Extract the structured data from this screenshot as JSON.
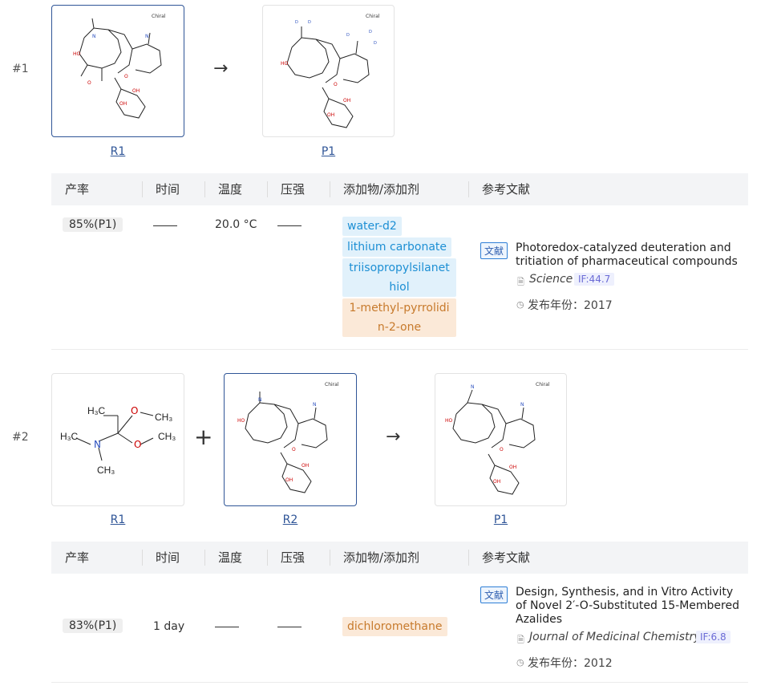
{
  "reactions": [
    {
      "id": "#1",
      "molecules": [
        {
          "label": "R1",
          "chiral": "Chiral",
          "selected": true
        },
        {
          "label": "P1",
          "chiral": "Chiral",
          "selected": false
        }
      ],
      "headers": [
        "产率",
        "时间",
        "温度",
        "压强",
        "添加物/添加剂",
        "参考文献"
      ],
      "yield": "85%(P1)",
      "time": "",
      "temperature": "20.0 °C",
      "pressure": "",
      "additives": [
        {
          "text": "water-d2",
          "color": "blue"
        },
        {
          "text": "lithium carbonate",
          "color": "blue"
        },
        {
          "text": "triisopropylsilanethiol",
          "color": "blue"
        },
        {
          "text": "1-methyl-pyrrolidin-2-one",
          "color": "orange"
        }
      ],
      "reference": {
        "badge": "文献",
        "title": "Photoredox-catalyzed deuteration and tritiation of pharmaceutical compounds",
        "journal": "Science",
        "impact": "IF:44.7",
        "year_label": "发布年份：2017"
      }
    },
    {
      "id": "#2",
      "molecules": [
        {
          "label": "R1",
          "chiral": "",
          "selected": false
        },
        {
          "label": "R2",
          "chiral": "Chiral",
          "selected": true
        },
        {
          "label": "P1",
          "chiral": "Chiral",
          "selected": false
        }
      ],
      "headers": [
        "产率",
        "时间",
        "温度",
        "压强",
        "添加物/添加剂",
        "参考文献"
      ],
      "yield": "83%(P1)",
      "time": "1 day",
      "temperature": "",
      "pressure": "",
      "additives": [
        {
          "text": "dichloromethane",
          "color": "orange"
        }
      ],
      "reference": {
        "badge": "文献",
        "title": "Design, Synthesis, and in Vitro Activity of Novel 2′-O-Substituted 15-Membered Azalides",
        "journal": "Journal of Medicinal Chemistry",
        "impact": "IF:6.8",
        "year_label": "发布年份：2012"
      }
    }
  ],
  "icons": {
    "arrow": "right-arrow-icon",
    "plus": "plus-icon",
    "journal": "document-icon",
    "clock": "clock-icon"
  },
  "colors": {
    "link": "#2f5597",
    "chip_blue_bg": "#e1f1fb",
    "chip_blue_fg": "#1d8fd4",
    "chip_orange_bg": "#fbe9d8",
    "chip_orange_fg": "#c77a2c",
    "if_fg": "#6b6bd6"
  }
}
